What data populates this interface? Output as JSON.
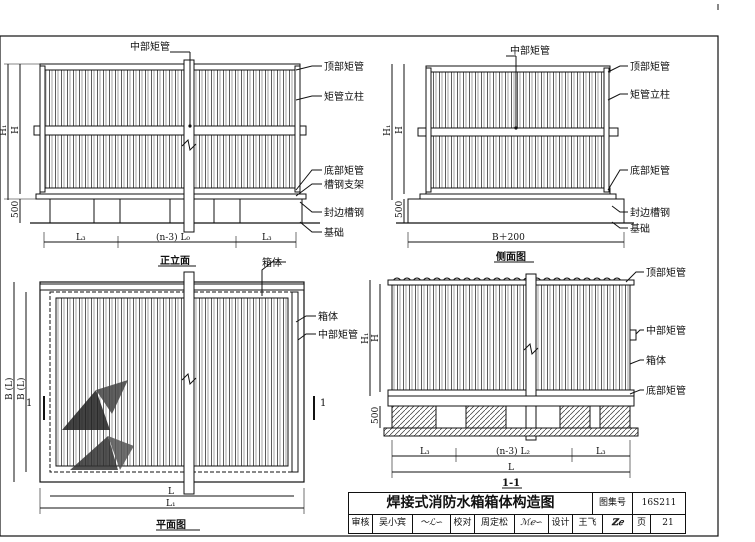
{
  "drawing": {
    "label_mid_pipe": "中部矩管",
    "label_top_pipe": "顶部矩管",
    "label_column": "矩管立柱",
    "label_bottom_pipe": "底部矩管",
    "label_channel_support": "槽钢支架",
    "label_edge_channel": "封边槽钢",
    "label_foundation": "基础",
    "label_tank_body": "箱体",
    "dim_500": "500",
    "dim_h": "H",
    "dim_h1": "H₁",
    "dim_l3": "L₃",
    "dim_mid": "(n-3) L₀",
    "dim_mid2": "(n-3) L₂",
    "dim_b200": "B＋200",
    "dim_l": "L",
    "dim_l1": "L₁",
    "dim_b_l": "B (L)",
    "cap_front": "正立面",
    "cap_side": "侧面图",
    "cap_plan": "平面图",
    "cap_section": "1-1",
    "section_mark": "1"
  },
  "title_block": {
    "title": "焊接式消防水箱箱体构造图",
    "atlas_label": "图集号",
    "atlas_no": "16S211",
    "review_label": "审核",
    "reviewer": "吴小宾",
    "check_label": "校对",
    "checker": "周定松",
    "design_label": "设计",
    "designer": "王飞",
    "page_label": "页",
    "page_no": "21"
  }
}
